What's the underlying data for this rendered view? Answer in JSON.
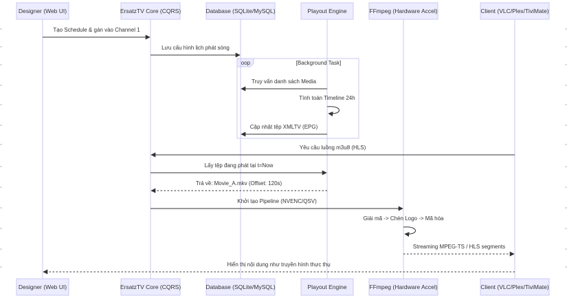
{
  "participants": [
    {
      "id": "designer",
      "label": "Designer (Web UI)"
    },
    {
      "id": "core",
      "label": "ErsatzTV Core (CQRS)"
    },
    {
      "id": "db",
      "label": "Database (SQLite/MySQL)"
    },
    {
      "id": "playout",
      "label": "Playout Engine"
    },
    {
      "id": "ffmpeg",
      "label": "FFmpeg (Hardware Accel)"
    },
    {
      "id": "client",
      "label": "Client (VLC/Plex/TiviMate)"
    }
  ],
  "messages": [
    {
      "from": "designer",
      "to": "core",
      "text": "Tạo Schedule & gán vào Channel 1",
      "style": "solid"
    },
    {
      "from": "core",
      "to": "db",
      "text": "Lưu cấu hình lịch phát sóng",
      "style": "solid"
    },
    {
      "from": "playout",
      "to": "db",
      "text": "Truy vấn danh sách Media",
      "style": "solid"
    },
    {
      "from": "playout",
      "to": "playout",
      "text": "Tính toán Timeline 24h",
      "style": "self"
    },
    {
      "from": "playout",
      "to": "db",
      "text": "Cập nhật tệp XMLTV (EPG)",
      "style": "solid"
    },
    {
      "from": "client",
      "to": "core",
      "text": "Yêu cầu luồng m3u8 (HLS)",
      "style": "solid"
    },
    {
      "from": "core",
      "to": "playout",
      "text": "Lấy tệp đang phát tại t=Now",
      "style": "solid"
    },
    {
      "from": "playout",
      "to": "core",
      "text": "Trả về: Movie_A.mkv (Offset: 120s)",
      "style": "dashed"
    },
    {
      "from": "core",
      "to": "ffmpeg",
      "text": "Khởi tạo Pipeline (NVENC/QSV)",
      "style": "solid"
    },
    {
      "from": "ffmpeg",
      "to": "ffmpeg",
      "text": "Giải mã -> Chèn Logo -> Mã hóa",
      "style": "self"
    },
    {
      "from": "ffmpeg",
      "to": "client",
      "text": "Streaming MPEG-TS / HLS segments",
      "style": "dashed"
    },
    {
      "from": "client",
      "to": "designer",
      "text": "Hiển thị nội dung như truyền hình thực thụ",
      "style": "dashed"
    }
  ],
  "loop": {
    "tag": "loop",
    "title": "[Background Task]",
    "first_message": 2,
    "last_message": 4
  },
  "colors": {
    "actor_fill": "#ececff",
    "actor_stroke": "#c9c9f0",
    "lifeline": "#c8c8ee",
    "message": "#333333",
    "text": "#333333"
  }
}
